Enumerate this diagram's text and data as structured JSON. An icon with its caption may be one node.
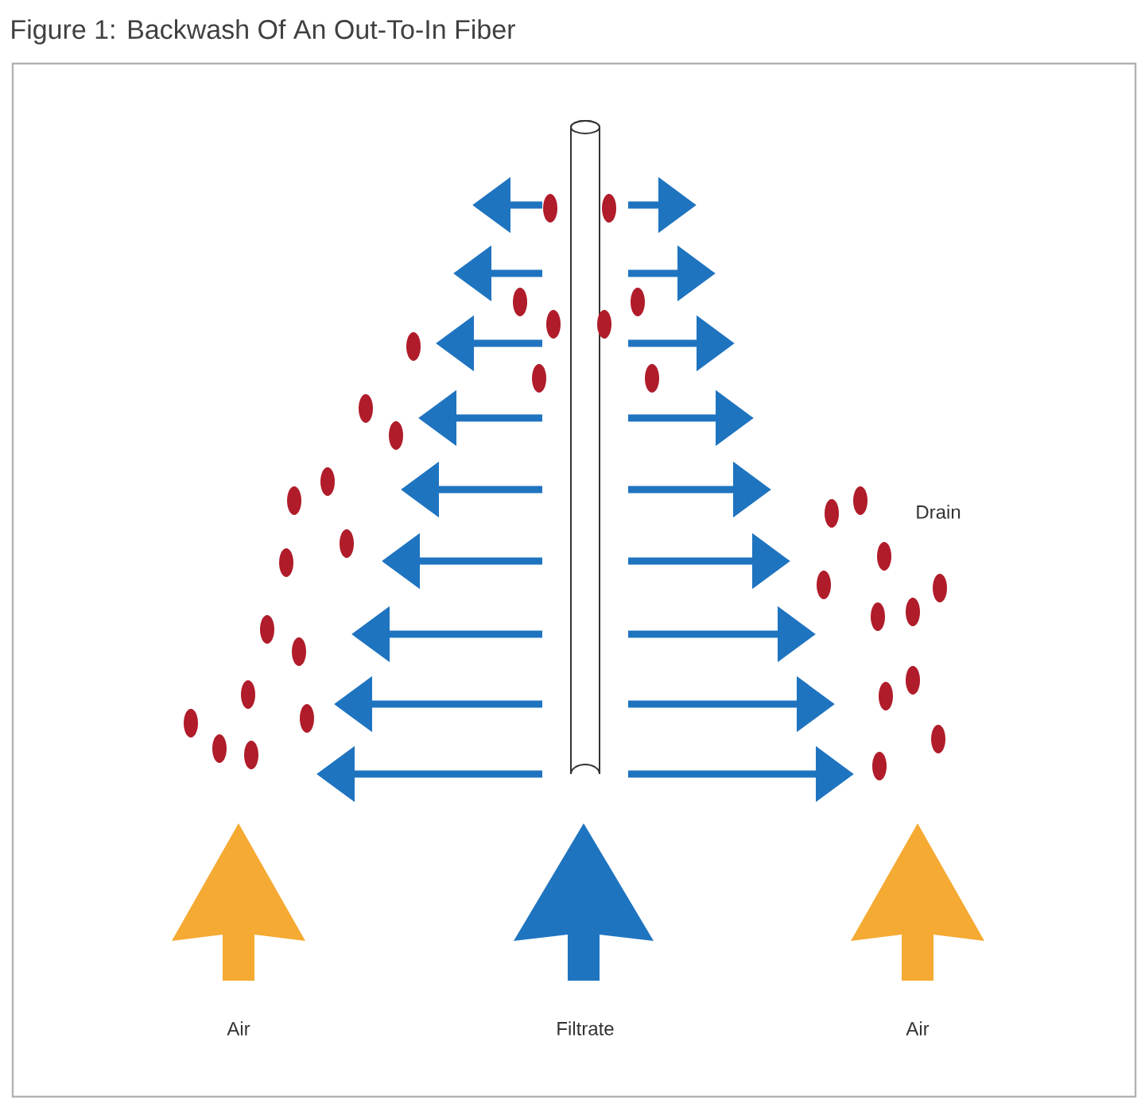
{
  "diagram": {
    "title": "Figure 1: Backwash Of An Out-To-In Fiber",
    "labels": [
      "Drain",
      "Air",
      "Filtrate",
      "Air"
    ]
  }
}
